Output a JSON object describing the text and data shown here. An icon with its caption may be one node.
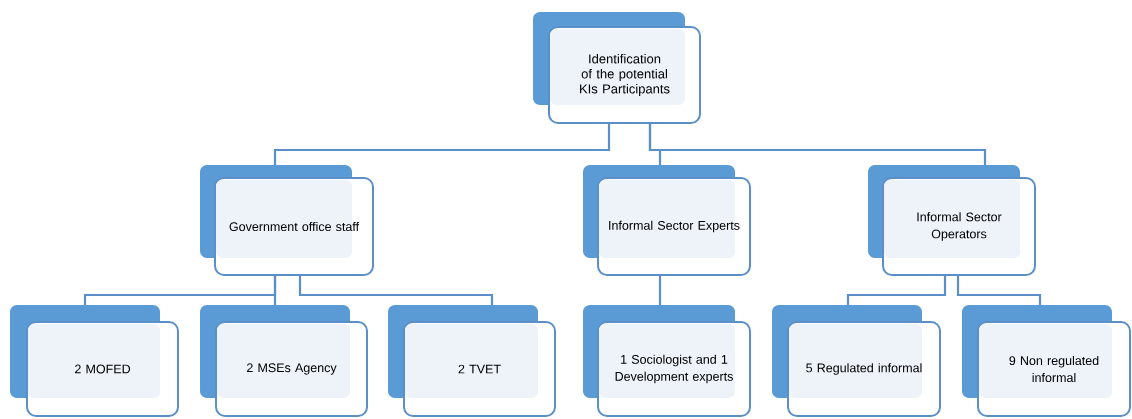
{
  "diagram": {
    "nodes": [
      {
        "text": [
          "Identification of the potential KIs Participants"
        ]
      },
      {
        "text": [
          "Government office staff"
        ]
      },
      {
        "text": [
          "Informal Sector Experts"
        ]
      },
      {
        "text": [
          "Informal Sector Operators"
        ]
      },
      {
        "text": [
          "2 MOFED"
        ]
      },
      {
        "text": [
          "2 MSEs Agency"
        ]
      },
      {
        "text": [
          "2 TVET"
        ]
      },
      {
        "text": [
          "1 Sociologist and 1 Development experts"
        ]
      },
      {
        "text": [
          "5 Regulated informal"
        ]
      },
      {
        "text": [
          "9 Non regulated informal"
        ]
      }
    ],
    "edges": [
      {
        "from": 0,
        "to": 1,
        "arrow": "none"
      },
      {
        "from": 0,
        "to": 2,
        "arrow": "none"
      },
      {
        "from": 0,
        "to": 3,
        "arrow": "none"
      },
      {
        "from": 1,
        "to": 4,
        "arrow": "none"
      },
      {
        "from": 1,
        "to": 5,
        "arrow": "none"
      },
      {
        "from": 1,
        "to": 6,
        "arrow": "none"
      },
      {
        "from": 2,
        "to": 7,
        "arrow": "none"
      },
      {
        "from": 3,
        "to": 8,
        "arrow": "none"
      },
      {
        "from": 3,
        "to": 9,
        "arrow": "none"
      }
    ]
  }
}
